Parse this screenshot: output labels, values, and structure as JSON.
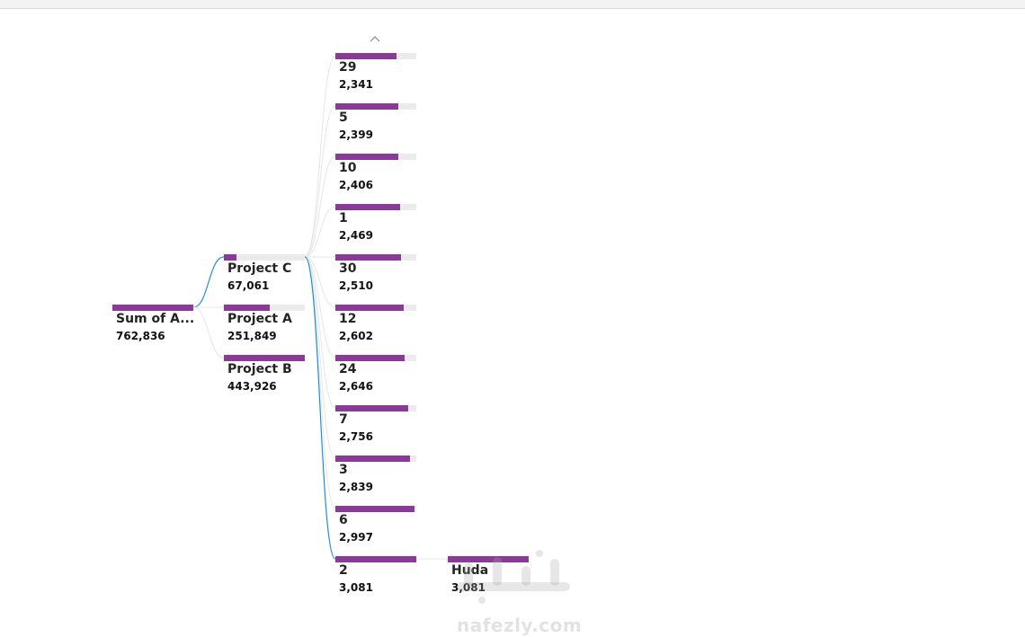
{
  "chart_data": {
    "type": "decomposition-tree",
    "root": {
      "label": "Sum of A...",
      "value": "762,836"
    },
    "level1": [
      {
        "label": "Project C",
        "value": "67,061",
        "num": 67061,
        "expanded": true
      },
      {
        "label": "Project A",
        "value": "251,849",
        "num": 251849
      },
      {
        "label": "Project B",
        "value": "443,926",
        "num": 443926
      }
    ],
    "level2": [
      {
        "label": "29",
        "value": "2,341",
        "num": 2341
      },
      {
        "label": "5",
        "value": "2,399",
        "num": 2399
      },
      {
        "label": "10",
        "value": "2,406",
        "num": 2406
      },
      {
        "label": "1",
        "value": "2,469",
        "num": 2469
      },
      {
        "label": "30",
        "value": "2,510",
        "num": 2510
      },
      {
        "label": "12",
        "value": "2,602",
        "num": 2602
      },
      {
        "label": "24",
        "value": "2,646",
        "num": 2646
      },
      {
        "label": "7",
        "value": "2,756",
        "num": 2756
      },
      {
        "label": "3",
        "value": "2,839",
        "num": 2839
      },
      {
        "label": "6",
        "value": "2,997",
        "num": 2997
      },
      {
        "label": "2",
        "value": "3,081",
        "num": 3081,
        "expanded": true
      }
    ],
    "level3": [
      {
        "label": "Huda",
        "value": "3,081",
        "num": 3081
      }
    ],
    "colors": {
      "bar": "#8a3b97",
      "track": "#ebebeb",
      "connector_active": "#1f8fd6",
      "connector_inactive": "#e6e6e6"
    }
  },
  "icons": {
    "scroll_up": "chevron-up-icon"
  },
  "watermark": {
    "text": "nafezly.com",
    "logo": "نفذلي"
  }
}
